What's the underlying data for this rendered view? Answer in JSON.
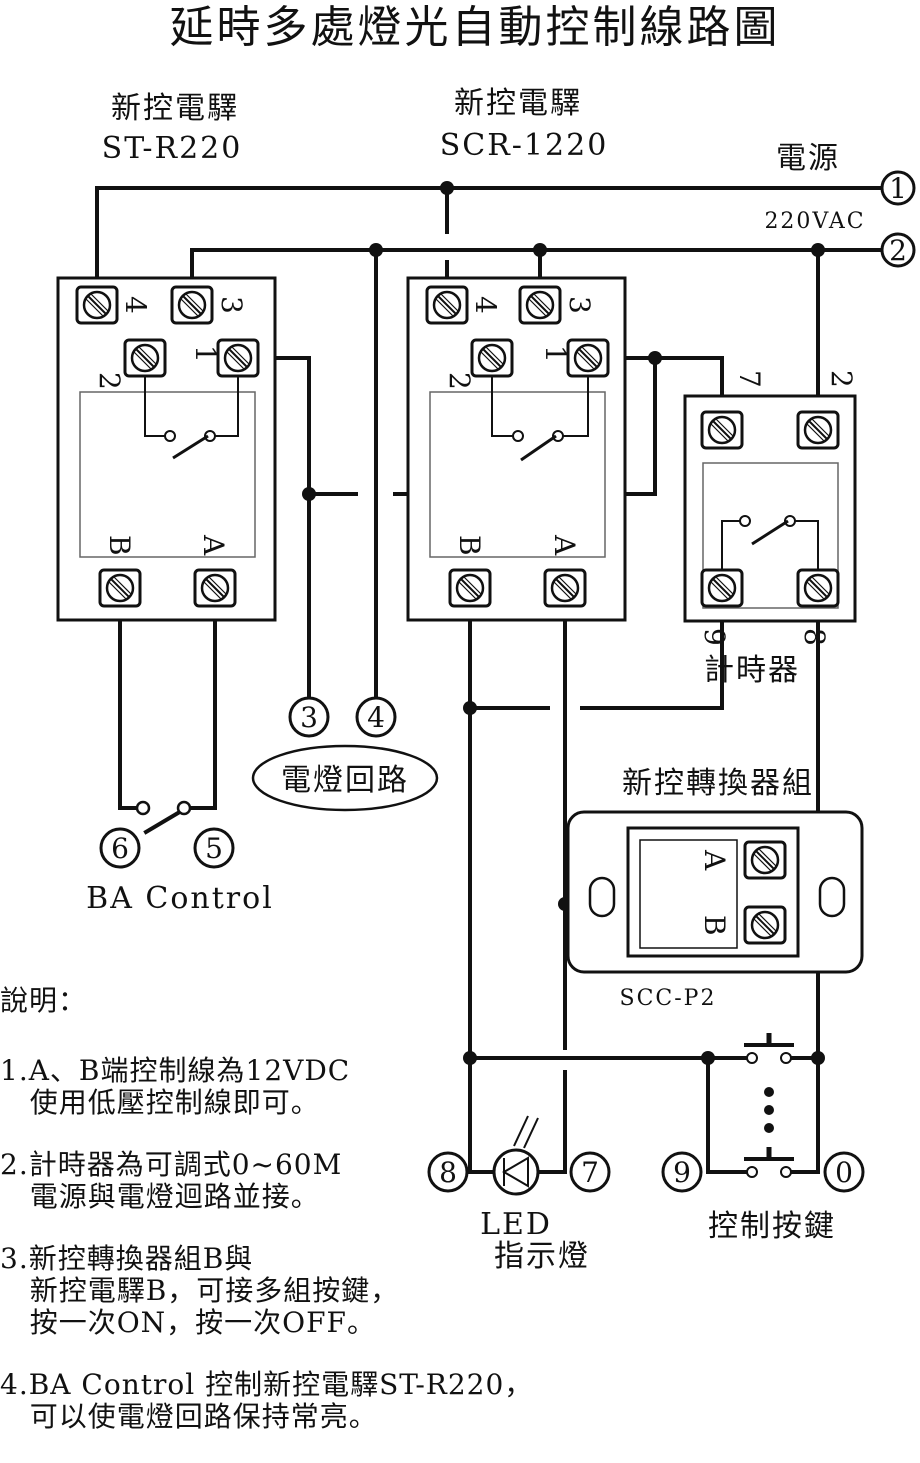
{
  "title": "延時多處燈光自動控制線路圖",
  "relay1": {
    "brand": "新控電驛",
    "model": "ST-R220"
  },
  "relay2": {
    "brand": "新控電驛",
    "model": "SCR-1220"
  },
  "power": {
    "label": "電源",
    "voltage": "220VAC"
  },
  "timer": {
    "label": "計時器"
  },
  "converter": {
    "label": "新控轉換器組",
    "model": "SCC-P2"
  },
  "terminals": {
    "t1": "1",
    "t2": "2",
    "t3": "3",
    "t4": "4",
    "t5": "5",
    "t6": "6",
    "t7": "7",
    "t8": "8",
    "t9": "9",
    "t0": "0",
    "ta": "A",
    "tb": "B"
  },
  "lamp_circuit": "電燈回路",
  "ba_control": "BA Control",
  "led": {
    "line1": "LED",
    "line2": "指示燈"
  },
  "buttons_label": "控制按鍵",
  "notes": {
    "heading": "說明：",
    "items": [
      {
        "l1": "1.A、B端控制線為12VDC",
        "l2": "   使用低壓控制線即可。"
      },
      {
        "l1": "2.計時器為可調式0~60M",
        "l2": "   電源與電燈迴路並接。"
      },
      {
        "l1": "3.新控轉換器組B與",
        "l2": "   新控電驛B，可接多組按鍵，",
        "l3": "   按一次ON，按一次OFF。"
      },
      {
        "l1": "4.BA Control 控制新控電驛ST-R220，",
        "l2": "   可以使電燈回路保持常亮。"
      }
    ]
  }
}
